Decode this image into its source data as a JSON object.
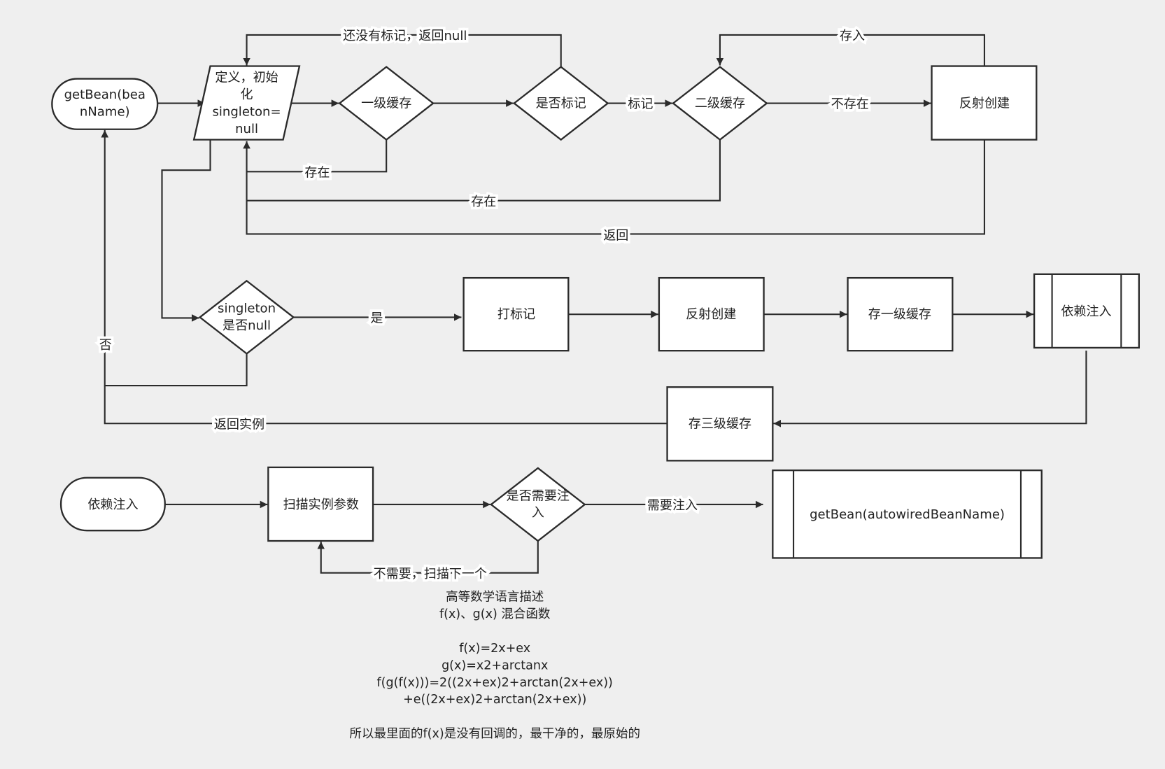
{
  "colors": {
    "background": "#efefef",
    "stroke": "#2b2b2b",
    "shape_fill": "#ffffff"
  },
  "nodes": {
    "start": [
      "getBean(bea",
      "nName)"
    ],
    "init": [
      "定义，初始",
      "化",
      "singleton=",
      "null"
    ],
    "cache1": "一级缓存",
    "is_marked": "是否标记",
    "cache2": "二级缓存",
    "reflect_top": "反射创建",
    "singleton_null": [
      "singleton",
      "是否null"
    ],
    "mark": "打标记",
    "reflect_mid": "反射创建",
    "store_cache1": "存一级缓存",
    "di_process": "依赖注入",
    "store_cache3": "存三级缓存",
    "di_start": "依赖注入",
    "scan_params": "扫描实例参数",
    "need_inject": [
      "是否需要注",
      "入"
    ],
    "getbean_autowired": "getBean(autowiredBeanName)"
  },
  "edge_labels": {
    "not_marked": "还没有标记，返回null",
    "store_in": "存入",
    "marked": "标记",
    "not_exist": "不存在",
    "exist1": "存在",
    "exist2": "存在",
    "return": "返回",
    "no": "否",
    "yes": "是",
    "return_instance": "返回实例",
    "need_inject": "需要注入",
    "no_need": "不需要，扫描下一个"
  },
  "note": {
    "lines": [
      "高等数学语言描述",
      "f(x)、g(x) 混合函数",
      "f(x)=2x+ex",
      "g(x)=x2+arctanx",
      "f(g(f(x)))=2((2x+ex)2+arctan(2x+ex))",
      "+e((2x+ex)2+arctan(2x+ex))",
      "所以最里面的f(x)是没有回调的，最干净的，最原始的"
    ]
  }
}
